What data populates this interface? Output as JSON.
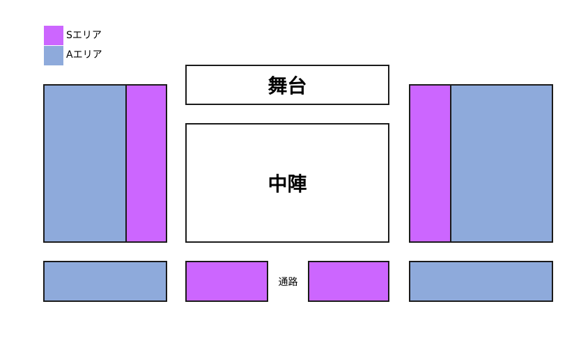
{
  "legend": {
    "s_area": {
      "label": "Sエリア",
      "color": "#cc66ff"
    },
    "a_area": {
      "label": "Aエリア",
      "color": "#8eaadb"
    }
  },
  "stage": {
    "label": "舞台"
  },
  "center": {
    "label": "中陣"
  },
  "aisle": {
    "label": "通路"
  },
  "colors": {
    "s_area": "#cc66ff",
    "a_area": "#8eaadb",
    "border": "#1a1a1a",
    "background": "#ffffff"
  }
}
